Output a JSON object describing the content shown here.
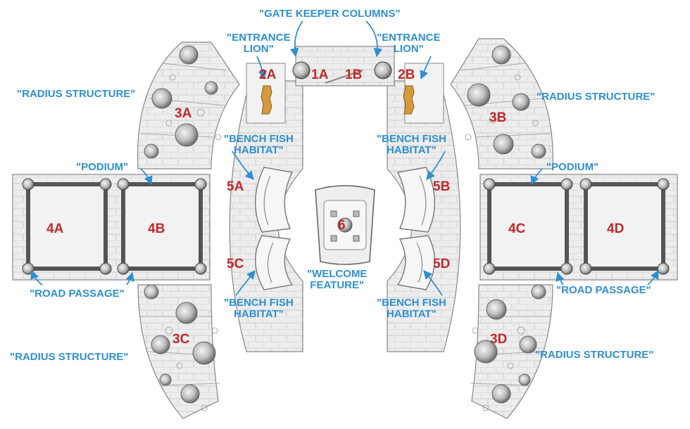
{
  "colors": {
    "label_blue": "#2f8fd0",
    "code_red": "#c0282a",
    "stone_fill": "#ececec",
    "line": "#9a9a9a",
    "lion_gold": "#d59a3c"
  },
  "labels": {
    "gate_keeper": "\"GATE KEEPER COLUMNS\"",
    "entrance_lion_left": [
      "\"ENTRANCE",
      "LION\""
    ],
    "entrance_lion_right": [
      "\"ENTRANCE",
      "LION\""
    ],
    "radius_tl": "\"RADIUS STRUCTURE\"",
    "radius_tr": "\"RADIUS STRUCTURE\"",
    "radius_bl": "\"RADIUS STRUCTURE\"",
    "radius_br": "\"RADIUS STRUCTURE\"",
    "bench_tl": [
      "\"BENCH FISH",
      "HABITAT\""
    ],
    "bench_tr": [
      "\"BENCH FISH",
      "HABITAT\""
    ],
    "bench_bl": [
      "\"BENCH FISH",
      "HABITAT\""
    ],
    "bench_br": [
      "\"BENCH FISH",
      "HABITAT\""
    ],
    "podium_left": "\"PODIUM\"",
    "podium_right": "\"PODIUM\"",
    "road_left": "\"ROAD PASSAGE\"",
    "road_right": "\"ROAD PASSAGE\"",
    "welcome": [
      "\"WELCOME",
      "FEATURE\""
    ]
  },
  "codes": {
    "c1A": "1A",
    "c1B": "1B",
    "c2A": "2A",
    "c2B": "2B",
    "c3A": "3A",
    "c3B": "3B",
    "c3C": "3C",
    "c3D": "3D",
    "c4A": "4A",
    "c4B": "4B",
    "c4C": "4C",
    "c4D": "4D",
    "c5A": "5A",
    "c5B": "5B",
    "c5C": "5C",
    "c5D": "5D",
    "c6": "6"
  }
}
